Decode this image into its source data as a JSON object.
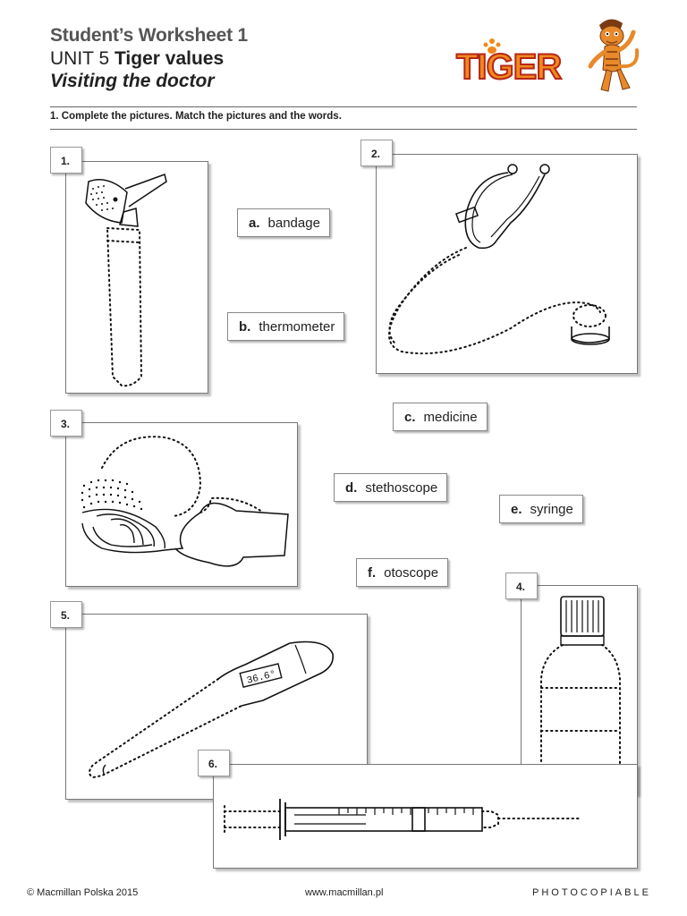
{
  "header": {
    "title": "Student’s Worksheet 1",
    "unit_prefix": "UNIT 5",
    "unit_title": "Tiger values",
    "subtitle": "Visiting the doctor"
  },
  "logo": {
    "text": "TIGER",
    "icon": "tiger-mascot-icon"
  },
  "instruction": "1.  Complete the pictures. Match the pictures and the words.",
  "pictures": [
    {
      "number": "1.",
      "icon": "otoscope-icon"
    },
    {
      "number": "2.",
      "icon": "stethoscope-icon"
    },
    {
      "number": "3.",
      "icon": "bandage-icon"
    },
    {
      "number": "4.",
      "icon": "medicine-bottle-icon"
    },
    {
      "number": "5.",
      "icon": "thermometer-icon",
      "display": "36.6°"
    },
    {
      "number": "6.",
      "icon": "syringe-icon"
    }
  ],
  "words": [
    {
      "letter": "a.",
      "word": "bandage"
    },
    {
      "letter": "b.",
      "word": "thermometer"
    },
    {
      "letter": "c.",
      "word": "medicine"
    },
    {
      "letter": "d.",
      "word": "stethoscope"
    },
    {
      "letter": "e.",
      "word": "syringe"
    },
    {
      "letter": "f.",
      "word": "otoscope"
    }
  ],
  "footer": {
    "copyright": "© Macmillan Polska 2015",
    "website": "www.macmillan.pl",
    "note": "PHOTOCOPIABLE"
  },
  "colors": {
    "logo_orange": "#f08a1c",
    "logo_red": "#d8321f",
    "tiger_orange": "#e8892a"
  }
}
